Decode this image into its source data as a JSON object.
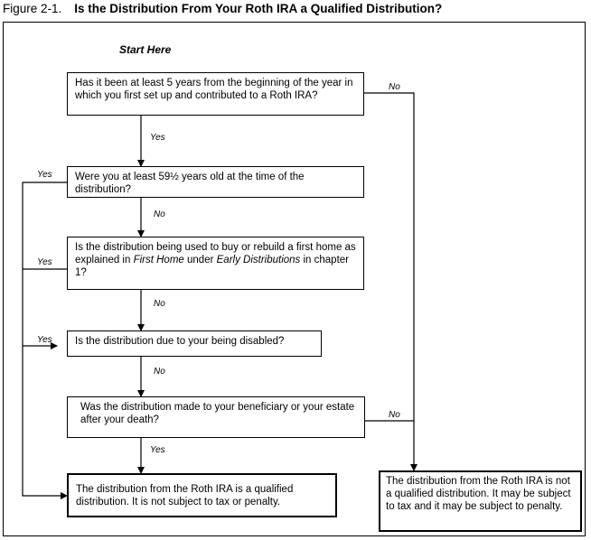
{
  "figure": {
    "number": "Figure 2-1.",
    "title": "Is the Distribution From Your Roth IRA a Qualified Distribution?"
  },
  "start_label": "Start Here",
  "questions": {
    "q1": "Has it been at least 5 years from the beginning of the year in which you first set up and contributed to a Roth IRA?",
    "q2": "Were you at least 59½ years old at the time of the distribution?",
    "q3_part1": "Is the distribution being used to buy or rebuild a first home as explained in ",
    "q3_em1": "First Home",
    "q3_part2": " under ",
    "q3_em2": "Early Distributions",
    "q3_part3": " in chapter 1?",
    "q4": "Is the distribution due to your being disabled?",
    "q5": "Was the distribution made to your beneficiary or your estate after your death?"
  },
  "outcomes": {
    "qualified": "The distribution from the Roth IRA is a qualified distribution. It is not subject to tax or penalty.",
    "not_qualified": "The distribution from the Roth IRA is not a qualified distribution. It may be subject to tax and it may be subject to penalty."
  },
  "edge_labels": {
    "q1_no": "No",
    "q1_yes": "Yes",
    "q2_yes": "Yes",
    "q2_no": "No",
    "q3_yes": "Yes",
    "q3_no": "No",
    "q4_yes": "Yes",
    "q4_no": "No",
    "q5_no": "No",
    "q5_yes": "Yes"
  }
}
